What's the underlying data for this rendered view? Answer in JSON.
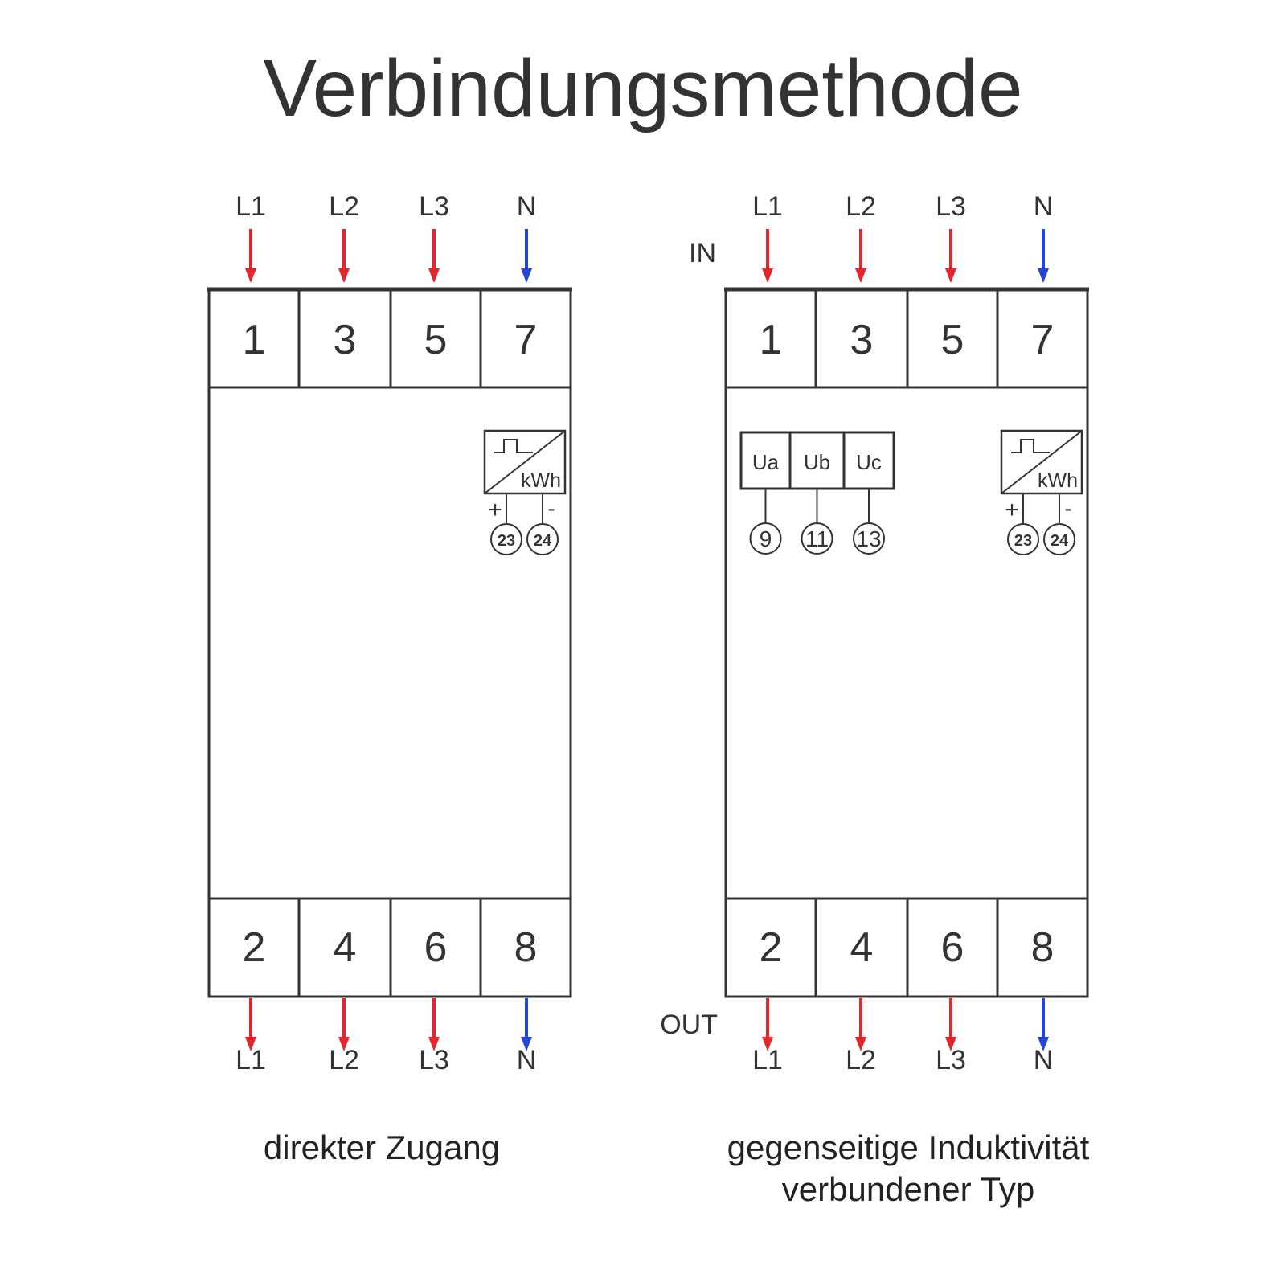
{
  "title": "Verbindungsmethode",
  "colors": {
    "phase": "#e3262b",
    "neutral": "#2346d4",
    "stroke": "#333333"
  },
  "diagrams": [
    {
      "caption": [
        "direkter Zugang"
      ],
      "in_label": "",
      "out_label": "",
      "top_lines": [
        "L1",
        "L2",
        "L3",
        "N"
      ],
      "top_terminals": [
        "1",
        "3",
        "5",
        "7"
      ],
      "bottom_terminals": [
        "2",
        "4",
        "6",
        "8"
      ],
      "bottom_lines": [
        "L1",
        "L2",
        "L3",
        "N"
      ],
      "voltage_inputs": [],
      "pulse": {
        "label": "kWh",
        "plus": "+",
        "minus": "-",
        "terminals": [
          "23",
          "24"
        ]
      }
    },
    {
      "caption": [
        "gegenseitige Induktivität",
        "verbundener Typ"
      ],
      "in_label": "IN",
      "out_label": "OUT",
      "top_lines": [
        "L1",
        "L2",
        "L3",
        "N"
      ],
      "top_terminals": [
        "1",
        "3",
        "5",
        "7"
      ],
      "bottom_terminals": [
        "2",
        "4",
        "6",
        "8"
      ],
      "bottom_lines": [
        "L1",
        "L2",
        "L3",
        "N"
      ],
      "voltage_inputs": [
        {
          "label": "Ua",
          "terminal": "9"
        },
        {
          "label": "Ub",
          "terminal": "11"
        },
        {
          "label": "Uc",
          "terminal": "13"
        }
      ],
      "pulse": {
        "label": "kWh",
        "plus": "+",
        "minus": "-",
        "terminals": [
          "23",
          "24"
        ]
      }
    }
  ]
}
